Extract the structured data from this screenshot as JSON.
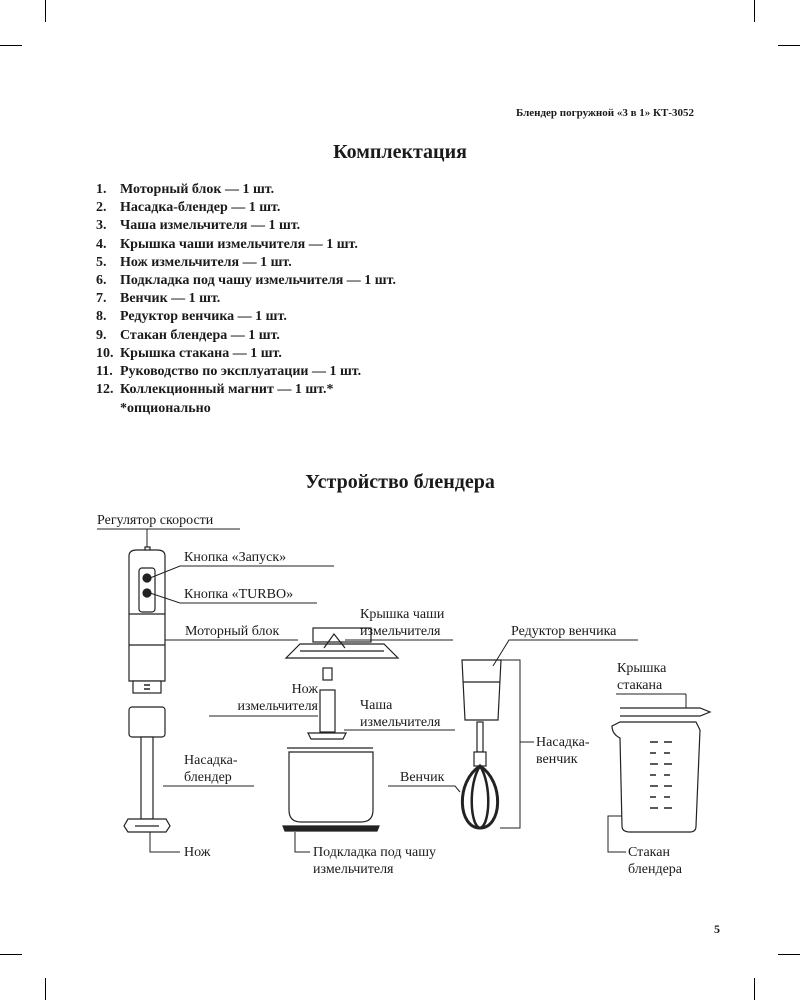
{
  "header": {
    "title": "Блендер погружной «3 в 1» КТ-3052"
  },
  "contents": {
    "title": "Комплектация",
    "items": [
      {
        "num": "1.",
        "text": "Моторный блок — 1 шт."
      },
      {
        "num": "2.",
        "text": "Насадка-блендер — 1 шт."
      },
      {
        "num": "3.",
        "text": "Чаша измельчителя — 1 шт."
      },
      {
        "num": "4.",
        "text": "Крышка чаши измельчителя — 1 шт."
      },
      {
        "num": "5.",
        "text": "Нож измельчителя — 1 шт."
      },
      {
        "num": "6.",
        "text": "Подкладка под чашу измельчителя — 1 шт."
      },
      {
        "num": "7.",
        "text": "Венчик — 1 шт."
      },
      {
        "num": "8.",
        "text": "Редуктор венчика — 1 шт."
      },
      {
        "num": "9.",
        "text": "Стакан блендера — 1 шт."
      },
      {
        "num": "10.",
        "text": "Крышка стакана — 1 шт."
      },
      {
        "num": "11.",
        "text": "Руководство по эксплуатации — 1 шт."
      },
      {
        "num": "12.",
        "text": "Коллекционный магнит — 1 шт.*"
      }
    ],
    "note": "*опционально"
  },
  "device": {
    "title": "Устройство блендера",
    "labels": {
      "speed_regulator": "Регулятор скорости",
      "start_button": "Кнопка «Запуск»",
      "turbo_button": "Кнопка «TURBO»",
      "motor_block": "Моторный блок",
      "bowl_lid_1": "Крышка чаши",
      "bowl_lid_2": "измельчителя",
      "whisk_gearbox": "Редуктор венчика",
      "cup_lid_1": "Крышка",
      "cup_lid_2": "стакана",
      "chopper_knife_1": "Нож",
      "chopper_knife_2": "измельчителя",
      "bowl_1": "Чаша",
      "bowl_2": "измельчителя",
      "whisk_attachment_1": "Насадка-",
      "whisk_attachment_2": "венчик",
      "blender_attachment_1": "Насадка-",
      "blender_attachment_2": "блендер",
      "whisk": "Венчик",
      "knife": "Нож",
      "bowl_pad_1": "Подкладка под чашу",
      "bowl_pad_2": "измельчителя",
      "cup_1": "Стакан",
      "cup_2": "блендера"
    }
  },
  "page_number": "5"
}
